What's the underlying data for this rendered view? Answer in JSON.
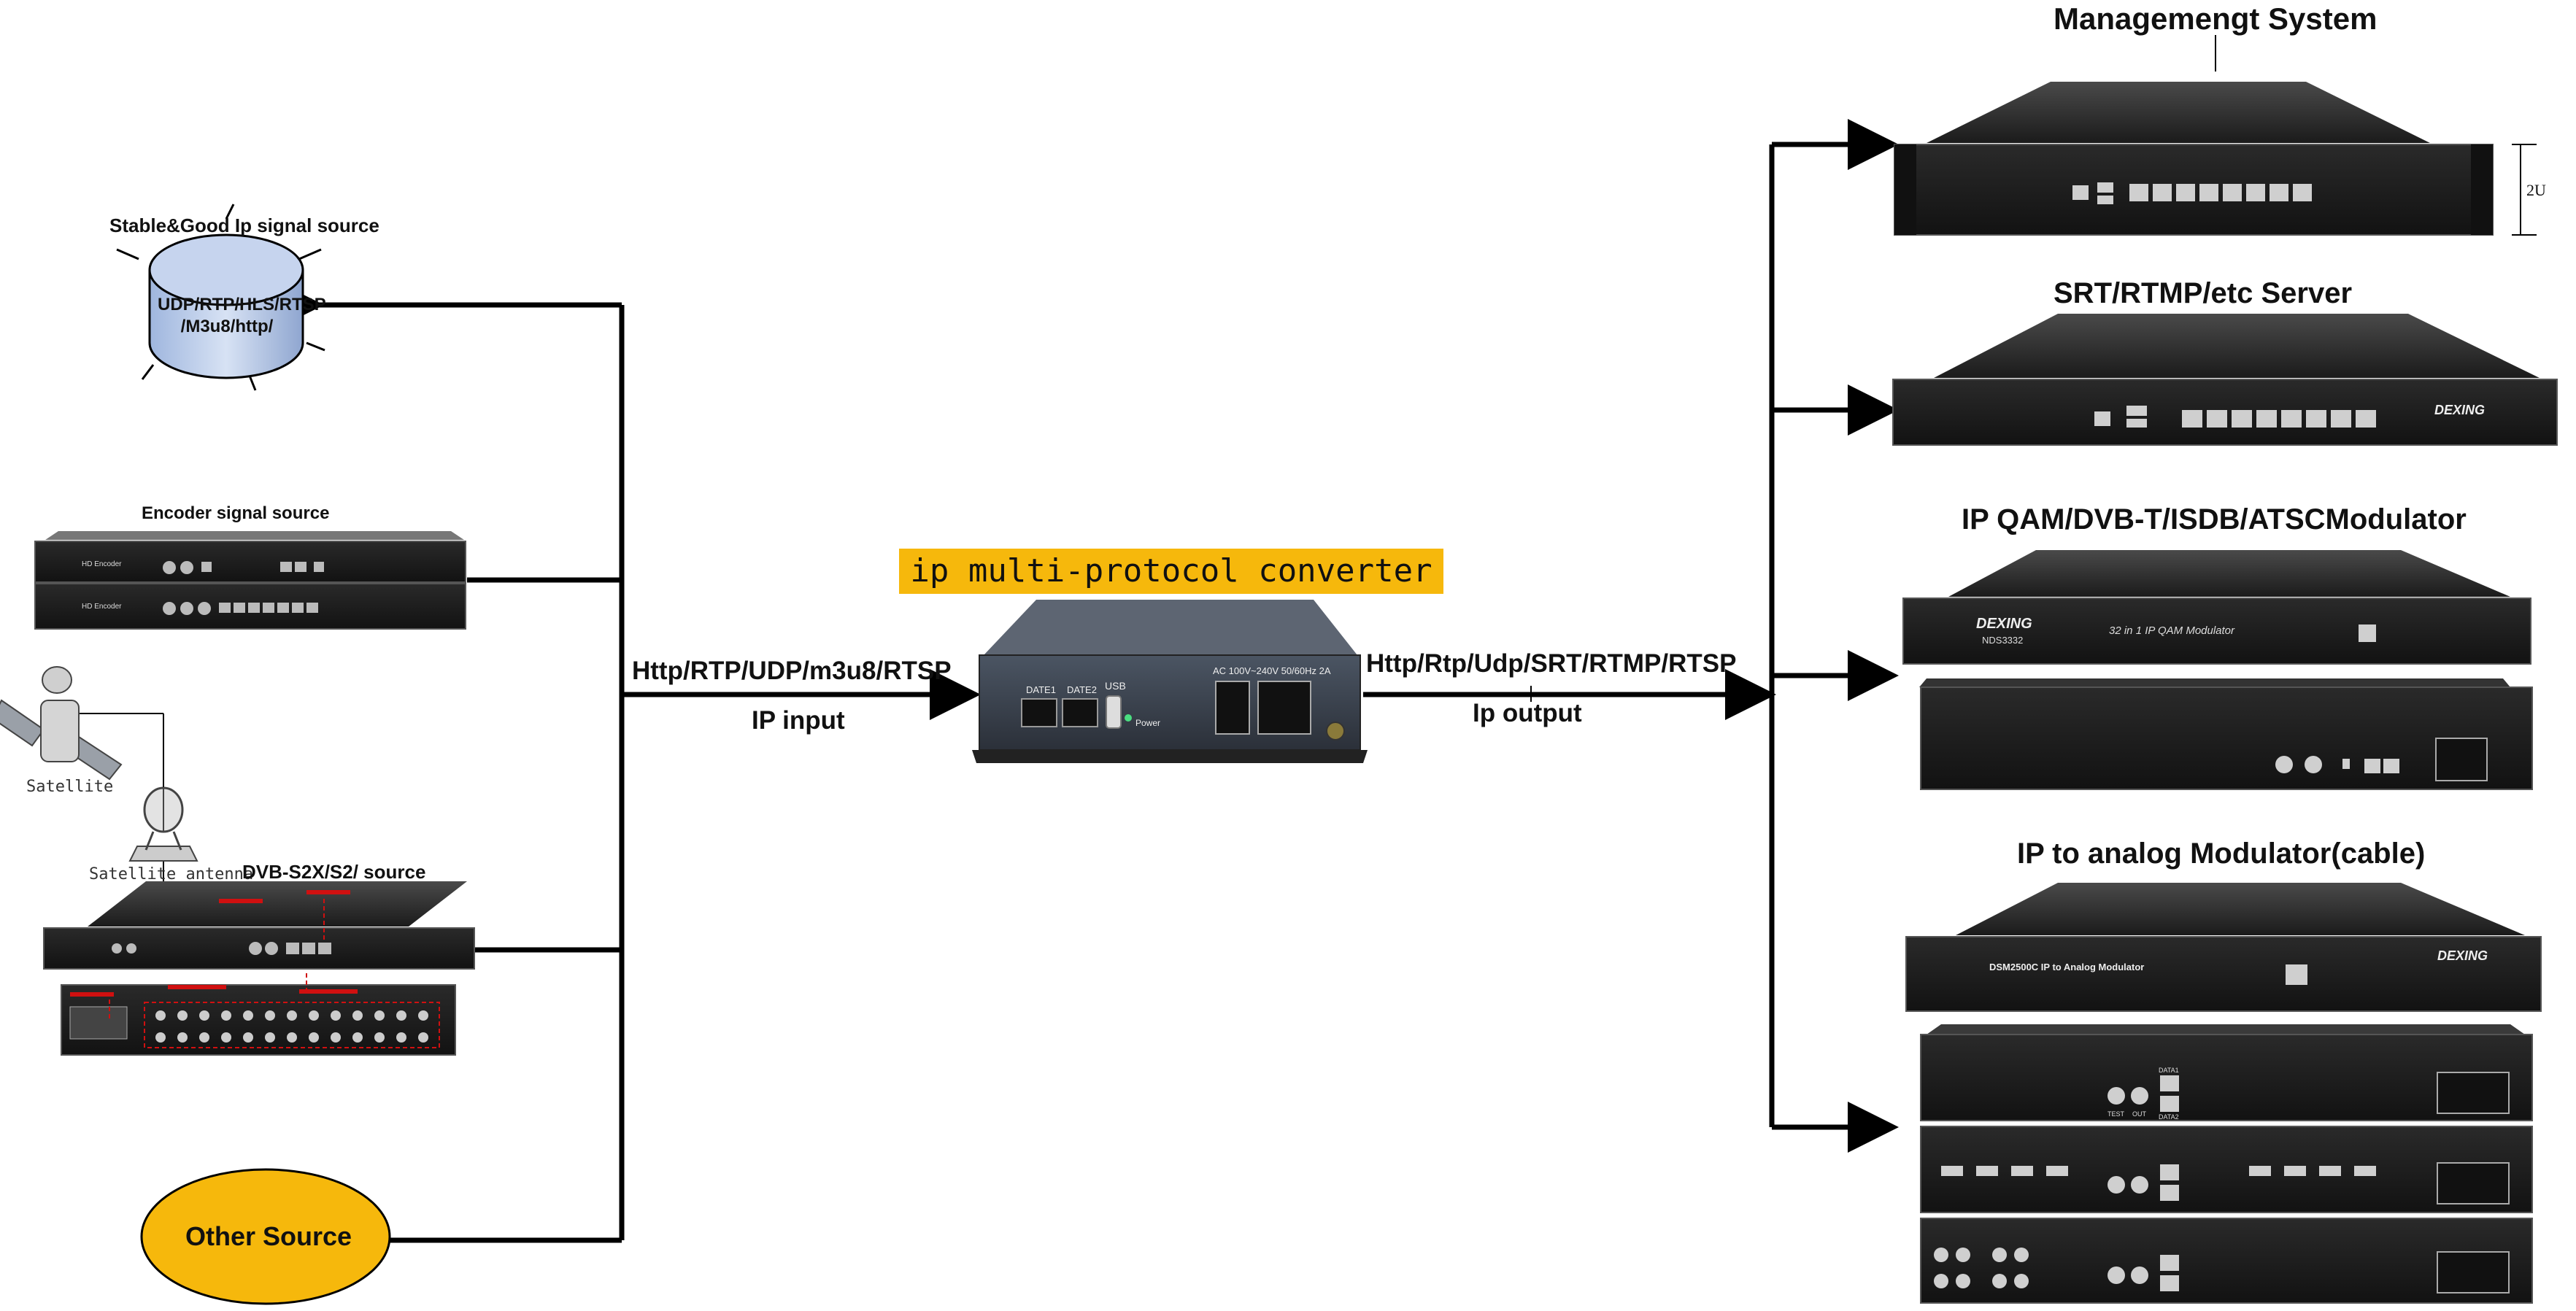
{
  "sources": {
    "ip_source_title": "Stable&Good Ip signal source",
    "ip_source_line1": "UDP/RTP/HLS/RTSP",
    "ip_source_line2": "/M3u8/http/",
    "encoder_title": "Encoder signal source",
    "encoder_unit_label": "HD Encoder",
    "satellite_label": "Satellite",
    "satellite_antenna_label": "Satellite antenna",
    "dvb_title": "DVB-S2X/S2/ source",
    "other_source": "Other Source"
  },
  "center": {
    "banner": "ip multi-protocol converter",
    "input_protocols": "Http/RTP/UDP/m3u8/RTSP",
    "input_label": "IP input",
    "output_protocols": "Http/Rtp/Udp/SRT/RTMP/RTSP",
    "output_label": "Ip output",
    "device_port1": "DATE1",
    "device_port2": "DATE2",
    "device_usb": "USB",
    "device_power_label": "Power",
    "device_power_spec": "AC 100V~240V 50/60Hz 2A"
  },
  "outputs": {
    "management_title": "Managemengt System",
    "rack_unit": "2U",
    "srt_title": "SRT/RTMP/etc Server",
    "qam_title": "IP QAM/DVB-T/ISDB/ATSCModulator",
    "qam_model": "NDS3332",
    "qam_desc": "32 in 1 IP QAM Modulator",
    "analog_title": "IP to analog Modulator(cable)",
    "analog_desc": "DSM2500C IP to Analog Modulator",
    "brand": "DEXING",
    "port_test": "TEST",
    "port_out": "OUT",
    "port_data1": "DATA1",
    "port_data2": "DATA2"
  },
  "colors": {
    "line": "#000000",
    "banner": "#f6b80c",
    "other_source_fill": "#f6b80c",
    "device_dark": "#232323",
    "device_mid": "#3a3a3a",
    "accent_red": "#d01010"
  }
}
